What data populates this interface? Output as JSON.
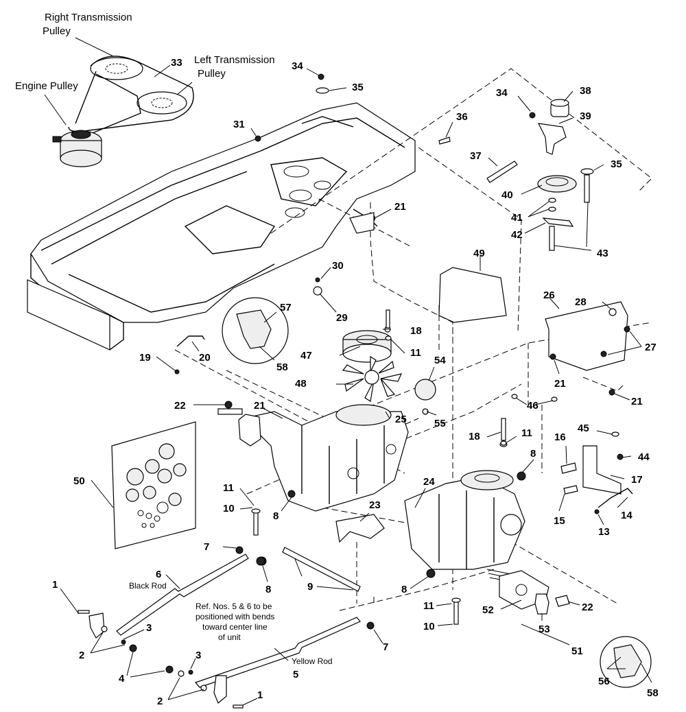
{
  "labels": {
    "right_transmission_pulley": "Right Transmission Pulley",
    "right_transmission_pulley_l1": "Right Transmission",
    "right_transmission_pulley_l2": "Pulley",
    "left_transmission_pulley_l1": "Left Transmission",
    "left_transmission_pulley_l2": "Pulley",
    "engine_pulley": "Engine Pulley",
    "black_rod": "Black Rod",
    "yellow_rod": "Yellow Rod",
    "note_l1": "Ref. Nos. 5 & 6 to be",
    "note_l2": "positioned with bends",
    "note_l3": "toward center line",
    "note_l4": "of unit"
  },
  "callouts": {
    "n1": "1",
    "n2": "2",
    "n3": "3",
    "n4": "4",
    "n5": "5",
    "n6": "6",
    "n7": "7",
    "n8": "8",
    "n9": "9",
    "n10": "10",
    "n11": "11",
    "n13": "13",
    "n14": "14",
    "n15": "15",
    "n16": "16",
    "n17": "17",
    "n18": "18",
    "n19": "19",
    "n20": "20",
    "n21": "21",
    "n22": "22",
    "n23": "23",
    "n24": "24",
    "n25": "25",
    "n26": "26",
    "n27": "27",
    "n28": "28",
    "n29": "29",
    "n30": "30",
    "n31": "31",
    "n33": "33",
    "n34": "34",
    "n35": "35",
    "n36": "36",
    "n37": "37",
    "n38": "38",
    "n39": "39",
    "n40": "40",
    "n41": "41",
    "n42": "42",
    "n43": "43",
    "n44": "44",
    "n45": "45",
    "n46": "46",
    "n47": "47",
    "n48": "48",
    "n49": "49",
    "n50": "50",
    "n51": "51",
    "n52": "52",
    "n53": "53",
    "n54": "54",
    "n55": "55",
    "n56": "56",
    "n57": "57",
    "n58": "58"
  }
}
